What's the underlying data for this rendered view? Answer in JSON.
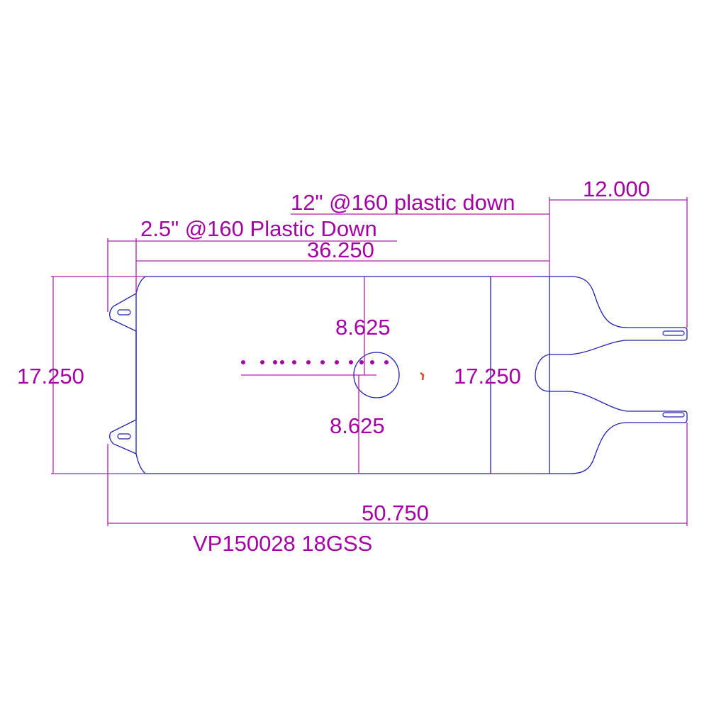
{
  "labels": {
    "top_note": "12\" @160 plastic down",
    "top_right_dim": "12.000",
    "second_note": "2.5\" @160 Plastic Down",
    "width_36": "36.250",
    "left_height": "17.250",
    "right_height": "17.250",
    "upper_half": "8.625",
    "lower_half": "8.625",
    "overall_width": "50.750",
    "part_number": "VP150028 18GSS"
  },
  "colors": {
    "dimension": "#b020b0",
    "text": "#a400a4",
    "part_outline": "#2020b0",
    "marker": "#e84010"
  }
}
